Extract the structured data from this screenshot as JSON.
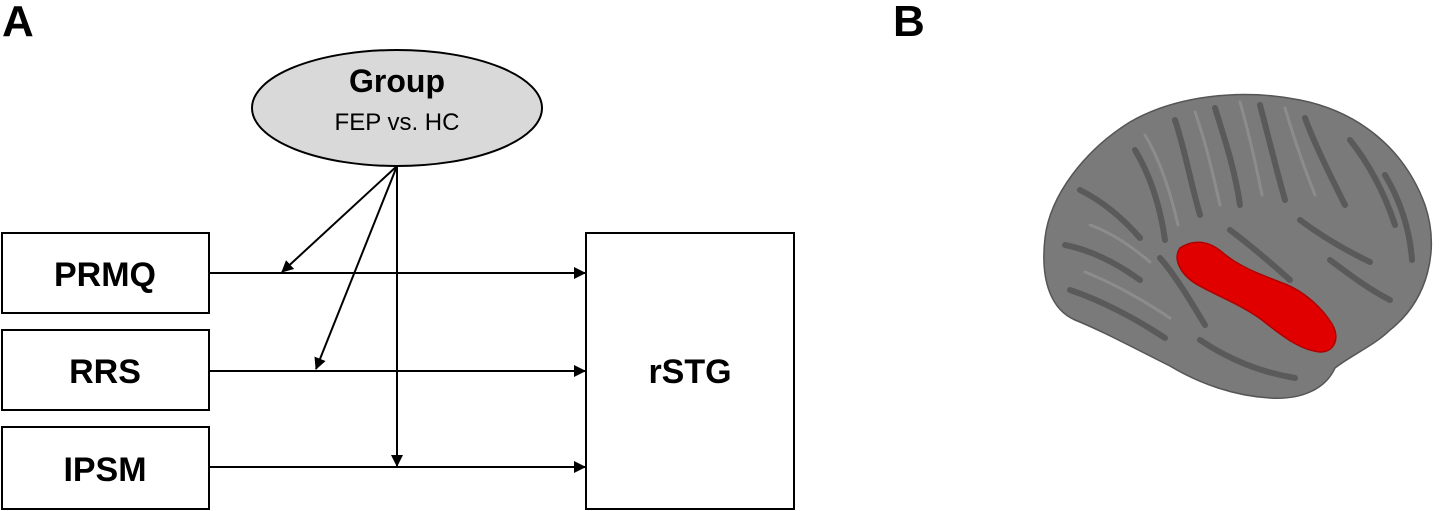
{
  "panels": {
    "a_label": "A",
    "b_label": "B"
  },
  "moderator": {
    "title": "Group",
    "subtitle": "FEP vs. HC"
  },
  "predictors": [
    {
      "label": "PRMQ"
    },
    {
      "label": "RRS"
    },
    {
      "label": "IPSM"
    }
  ],
  "outcome": {
    "label": "rSTG"
  },
  "colors": {
    "oval_fill": "#d9d9d9",
    "brain_gray": "#787878",
    "brain_sulci": "#5c5c5c",
    "region_highlight": "#e00000"
  },
  "brain": {
    "icon": "brain-lateral-view",
    "highlight": "rSTG"
  }
}
